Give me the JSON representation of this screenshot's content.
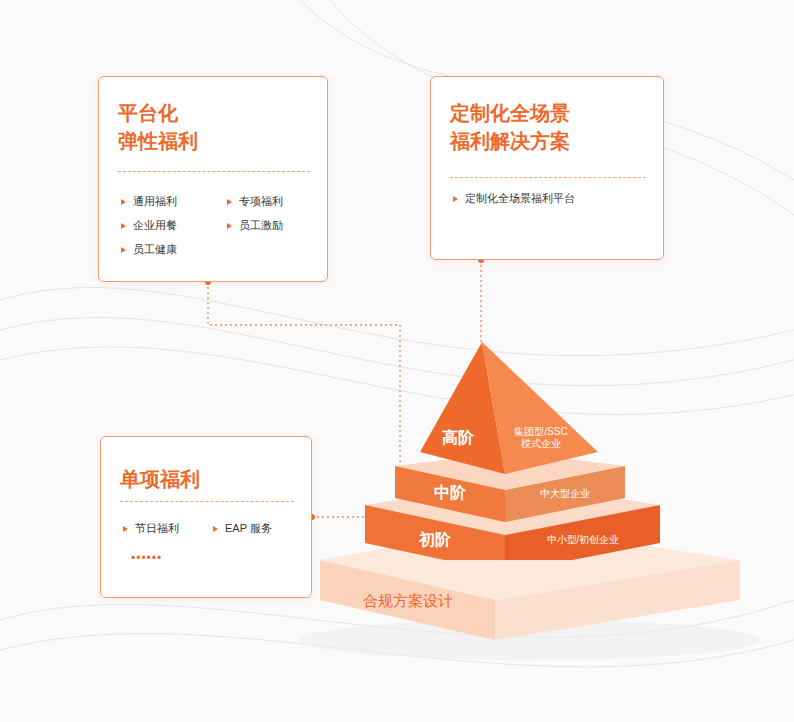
{
  "diagram": {
    "nodes": [
      {
        "text": [
          "平台化 弹性福利",
          "通用福利",
          "专项福利",
          "企业用餐",
          "员工激励",
          "员工健康"
        ]
      },
      {
        "text": [
          "定制化全场景 福利解决方案",
          "定制化全场景福利平台"
        ]
      },
      {
        "text": [
          "单项福利",
          "节日福利",
          "EAP 服务",
          "••••••"
        ]
      },
      {
        "text": [
          "高阶",
          "集团型/SSC 模式企业"
        ]
      },
      {
        "text": [
          "中阶",
          "中大型企业"
        ]
      },
      {
        "text": [
          "初阶",
          "中小型/初创企业"
        ]
      },
      {
        "text": [
          "合规方案设计"
        ]
      }
    ],
    "edges": [
      {
        "from": 0,
        "to": 4,
        "arrow": "none"
      },
      {
        "from": 1,
        "to": 3,
        "arrow": "none"
      },
      {
        "from": 2,
        "to": 5,
        "arrow": "none"
      }
    ]
  }
}
